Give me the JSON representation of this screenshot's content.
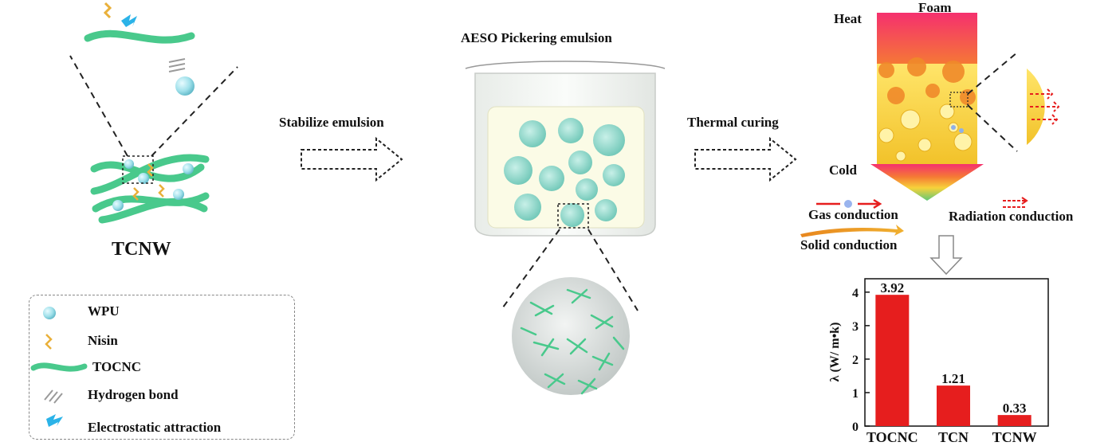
{
  "left_panel": {
    "label": "TCNW"
  },
  "legend": {
    "items": [
      {
        "icon": "wpu-sphere-icon",
        "label": "WPU"
      },
      {
        "icon": "nisin-icon",
        "label": "Nisin"
      },
      {
        "icon": "tocnc-fiber-icon",
        "label": "TOCNC"
      },
      {
        "icon": "hydrogen-bond-icon",
        "label": "Hydrogen bond"
      },
      {
        "icon": "lightning-icon",
        "label": "Electrostatic attraction"
      }
    ]
  },
  "arrows": {
    "step1": "Stabilize emulsion",
    "step2": "Thermal curing"
  },
  "middle_panel": {
    "title": "AESO Pickering emulsion"
  },
  "right_panel": {
    "foam_label": "Foam",
    "heat_label": "Heat",
    "cold_label": "Cold",
    "gas_conduction": "Gas conduction",
    "radiation_conduction": "Radiation conduction",
    "solid_conduction": "Solid conduction"
  },
  "colors": {
    "fiber": "#49c98c",
    "bar": "#e61e1e",
    "sphere": "#9ed8cf",
    "heat_top": "#f0336a",
    "cold_bottom": "#59c97a"
  },
  "chart_data": {
    "type": "bar",
    "categories": [
      "TOCNC",
      "TCN",
      "TCNW"
    ],
    "values": [
      3.92,
      1.21,
      0.33
    ],
    "data_labels": [
      "3.92",
      "1.21",
      "0.33"
    ],
    "ylabel": "λ (W/ m•k)",
    "ylim": [
      0,
      4.4
    ],
    "yticks": [
      0,
      1,
      2,
      3,
      4
    ],
    "grid": false
  }
}
